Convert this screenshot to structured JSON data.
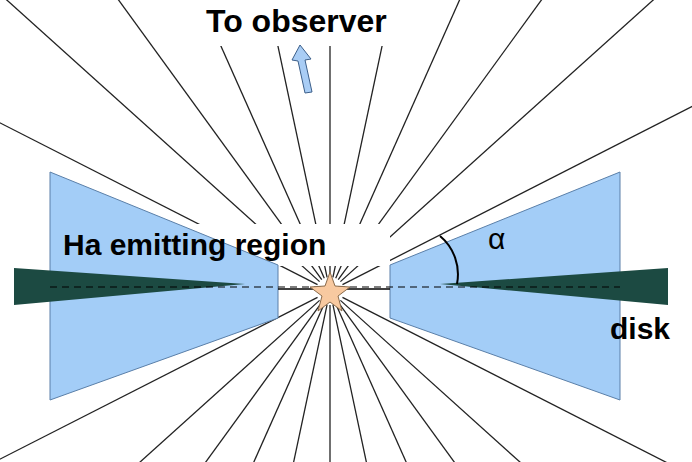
{
  "diagram": {
    "labels": [
      "To observer",
      "Ha emitting region",
      "α",
      "disk"
    ]
  }
}
